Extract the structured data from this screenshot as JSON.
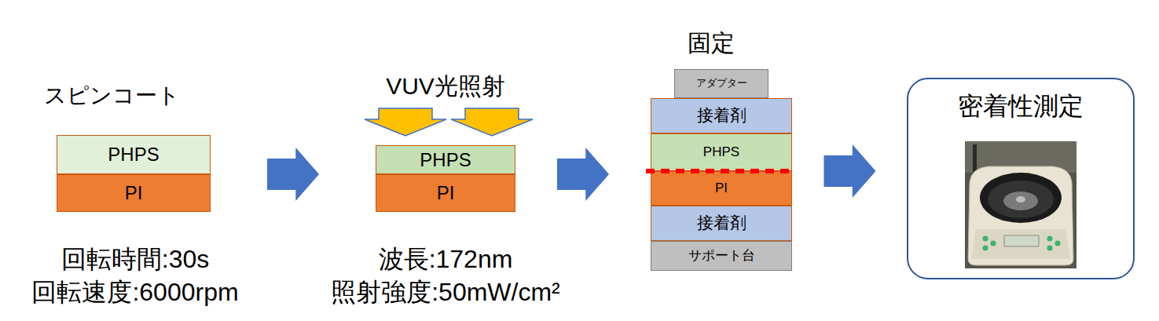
{
  "diagram": {
    "nodes": [
      {
        "text": [
          "PHPS"
        ]
      },
      {
        "text": [
          "PI"
        ]
      },
      {
        "text": [
          "PHPS"
        ]
      },
      {
        "text": [
          "PI"
        ]
      },
      {
        "text": [
          "アダプター"
        ]
      },
      {
        "text": [
          "接着剤"
        ]
      },
      {
        "text": [
          "PHPS"
        ]
      },
      {
        "text": [
          "PI"
        ]
      },
      {
        "text": [
          "接着剤"
        ]
      },
      {
        "text": [
          "サポート台"
        ]
      },
      {
        "text": [
          "密着性測定"
        ]
      }
    ],
    "edges": [
      {
        "from": 1,
        "to": 3,
        "arrow": "to"
      },
      {
        "from": 3,
        "to": 7,
        "arrow": "to"
      },
      {
        "from": 7,
        "to": 10,
        "arrow": "to"
      }
    ],
    "labels": [
      "スピンコート",
      "回転時間:30s",
      "回転速度:6000rpm",
      "VUV光照射",
      "波長:172nm",
      "照射強度:50mW/cm²",
      "固定"
    ]
  }
}
